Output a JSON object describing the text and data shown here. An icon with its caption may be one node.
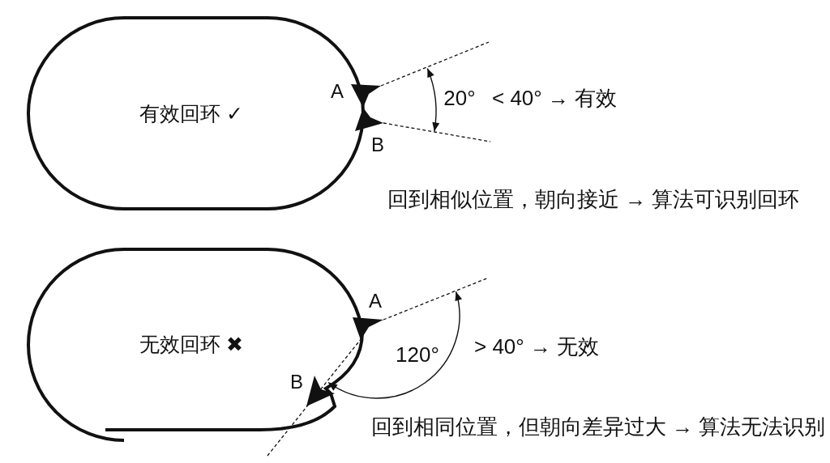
{
  "diagram": {
    "nodes": [
      {
        "text": [
          "有效回环 ✓"
        ]
      },
      {
        "text": [
          "无效回环 ✖"
        ]
      }
    ],
    "labels": [
      "A",
      "20°",
      "< 40° → 有效",
      "B",
      "回到相似位置，朝向接近 → 算法可识别回环",
      "A",
      "120°",
      "> 40° → 无效",
      "B",
      "回到相同位置，但朝向差异过大 → 算法无法识别"
    ]
  }
}
